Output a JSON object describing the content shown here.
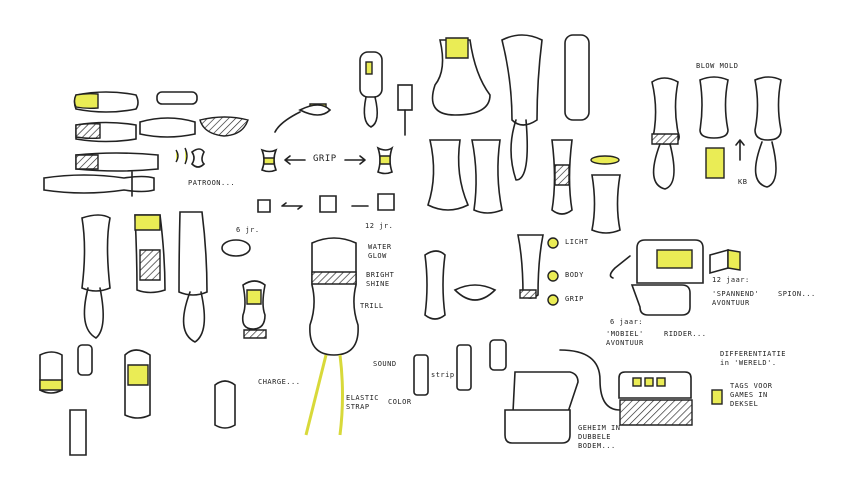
{
  "labels": {
    "patroon": "PATROON...",
    "grip": "GRIP",
    "age_6": "6 jr.",
    "age_12": "12 jr.",
    "water_glow": "WATER GLOW",
    "bright_shine": "BRIGHT SHINE",
    "trill": "TRILL",
    "charge": "CHARGE...",
    "sound": "SOUND",
    "elastic_strap": "ELASTIC STRAP",
    "color": "COLOR",
    "blow_mold": "BLOW MOLD",
    "kb": "KB",
    "strip": "strip",
    "legend": [
      "LICHT",
      "BODY",
      "GRIP"
    ],
    "twelve_jaar": "12 jaar:",
    "spannend": "'SPANNEND' AVONTUUR",
    "spion": "SPION...",
    "six_jaar": "6 jaar:",
    "mobiel": "'MOBIEL' AVONTUUR",
    "ridder": "RIDDER...",
    "differentiatie": "DIFFERENTIATIE in 'WERELD'.",
    "tags": "TAGS VOOR GAMES IN DEKSEL",
    "geheim": "GEHEIM IN DUBBELE BODEM..."
  },
  "colors": {
    "highlight": "#eaec55",
    "ink": "#222222"
  }
}
